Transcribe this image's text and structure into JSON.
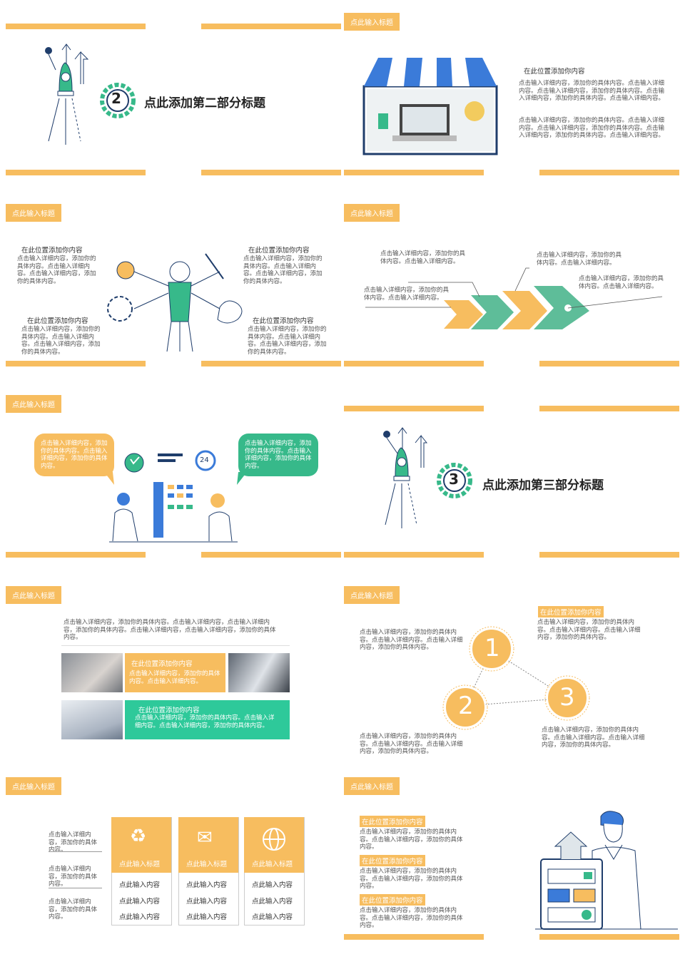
{
  "colors": {
    "accent": "#f7bd5f",
    "green": "#37b98a",
    "blue": "#3b7bd9",
    "navy": "#1f3d6b"
  },
  "tag": "点此输入标题",
  "s1": {
    "number": "2",
    "title": "点此添加第二部分标题"
  },
  "s2": {
    "heading": "在此位置添加你内容",
    "p1": "点击输入详细内容，添加你的具体内容。点击输入详细内容。点击输入详细内容，添加你的具体内容。点击输入详细内容，添加你的具体内容。点击输入详细内容。",
    "p2": "点击输入详细内容，添加你的具体内容。点击输入详细内容。点击输入详细内容，添加你的具体内容。点击输入详细内容，添加你的具体内容。点击输入详细内容。"
  },
  "s3": {
    "items": [
      {
        "title": "在此位置添加你内容",
        "text": "点击输入详细内容，添加你的具体内容。点击输入详细内容。点击输入详细内容，添加你的具体内容。"
      },
      {
        "title": "在此位置添加你内容",
        "text": "点击输入详细内容，添加你的具体内容。点击输入详细内容。点击输入详细内容，添加你的具体内容。"
      },
      {
        "title": "在此位置添加你内容",
        "text": "点击输入详细内容，添加你的具体内容。点击输入详细内容。点击输入详细内容，添加你的具体内容。"
      },
      {
        "title": "在此位置添加你内容",
        "text": "点击输入详细内容，添加你的具体内容。点击输入详细内容。点击输入详细内容，添加你的具体内容。"
      }
    ]
  },
  "s4": {
    "texts": [
      "点击输入详细内容，添加你的具体内容。点击输入详细内容。",
      "点击输入详细内容，添加你的具体内容。点击输入详细内容。",
      "点击输入详细内容，添加你的具体内容。点击输入详细内容。",
      "点击输入详细内容，添加你的具体内容。点击输入详细内容。"
    ]
  },
  "s5": {
    "left": "点击输入详细内容，添加你的具体内容。点击输入详细内容，添加你的具体内容。",
    "right": "点击输入详细内容，添加你的具体内容。点击输入详细内容，添加你的具体内容。",
    "badge": "24"
  },
  "s6": {
    "number": "3",
    "title": "点此添加第三部分标题"
  },
  "s7": {
    "intro": "点击输入详细内容，添加你的具体内容。点击输入详细内容，点击输入详细内容，添加你的具体内容。点击输入详细内容，点击输入详细内容，添加你的具体内容。",
    "rows": [
      {
        "title": "在此位置添加你内容",
        "text": "点击输入详细内容，添加你的具体内容。点击输入详细内容。"
      },
      {
        "title": "在此位置添加你内容",
        "text": "点击输入详细内容，添加你的具体内容。点击输入详细内容。点击输入详细内容，添加你的具体内容。"
      }
    ]
  },
  "s8": {
    "heading": "在此位置添加你内容",
    "nums": [
      "1",
      "2",
      "3"
    ],
    "t_right": "点击输入详细内容，添加你的具体内容。点击输入详细内容。点击输入详细内容，添加你的具体内容。",
    "t_left_top": "点击输入详细内容，添加你的具体内容。点击输入详细内容。点击输入详细内容，添加你的具体内容。",
    "t_left_bottom": "点击输入详细内容，添加你的具体内容。点击输入详细内容。点击输入详细内容，添加你的具体内容。",
    "t_bottom_right": "点击输入详细内容，添加你的具体内容。点击输入详细内容。点击输入详细内容，添加你的具体内容。"
  },
  "s9": {
    "side": [
      "点击输入详细内容，添加你的具体内容。",
      "点击输入详细内容，添加你的具体内容。",
      "点击输入详细内容，添加你的具体内容。"
    ],
    "cols": [
      {
        "title": "点此输入标题",
        "rows": [
          "点此输入内容",
          "点此输入内容",
          "点此输入内容"
        ]
      },
      {
        "title": "点此输入标题",
        "rows": [
          "点此输入内容",
          "点此输入内容",
          "点此输入内容"
        ]
      },
      {
        "title": "点此输入标题",
        "rows": [
          "点此输入内容",
          "点此输入内容",
          "点此输入内容"
        ]
      }
    ]
  },
  "s10": {
    "items": [
      {
        "title": "在此位置添加你内容",
        "text": "点击输入详细内容，添加你的具体内容。点击输入详细内容，添加你的具体内容。"
      },
      {
        "title": "在此位置添加你内容",
        "text": "点击输入详细内容，添加你的具体内容。点击输入详细内容，添加你的具体内容。"
      },
      {
        "title": "在此位置添加你内容",
        "text": "点击输入详细内容，添加你的具体内容。点击输入详细内容，添加你的具体内容。"
      }
    ]
  }
}
